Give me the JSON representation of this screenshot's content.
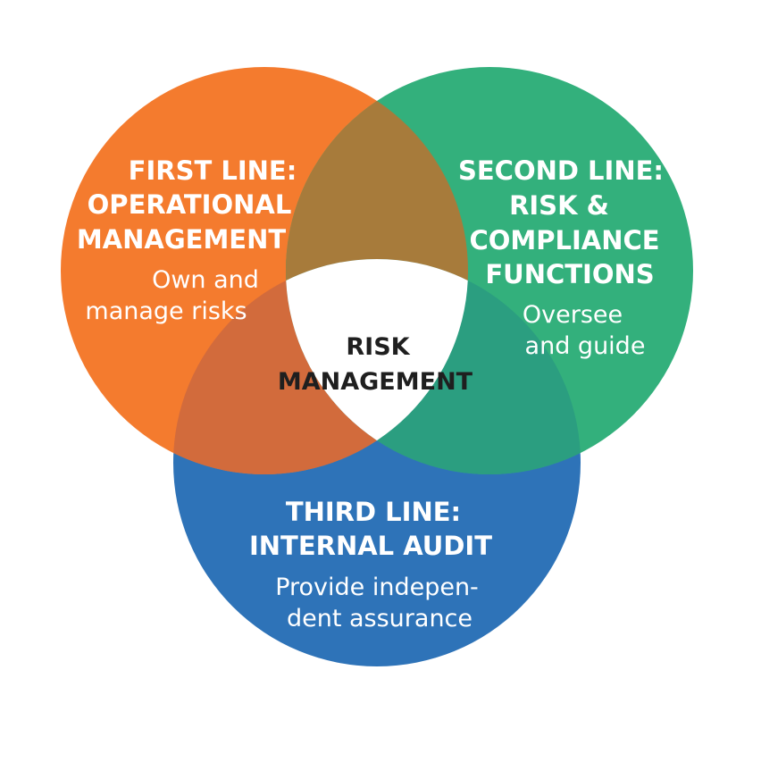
{
  "diagram": {
    "colors": {
      "first": "#f47b2e",
      "second": "#33b07c",
      "third": "#2e73b8",
      "first_second": "#a77b3b",
      "first_third": "#d26b3c",
      "second_third": "#2b9e80",
      "center": "#ffffff",
      "center_text": "#1f1f1f",
      "label_text": "#ffffff"
    },
    "first_line": {
      "title_1": "FIRST LINE:",
      "title_2": "OPERATIONAL",
      "title_3": "MANAGEMENT",
      "desc_1": "Own and",
      "desc_2": "manage risks"
    },
    "second_line": {
      "title_1": "SECOND LINE:",
      "title_2": "RISK &",
      "title_3": "COMPLIANCE",
      "title_4": "FUNCTIONS",
      "desc_1": "Oversee",
      "desc_2": "and guide"
    },
    "third_line": {
      "title_1": "THIRD LINE:",
      "title_2": "INTERNAL AUDIT",
      "desc_1": "Provide indepen-",
      "desc_2": "dent assurance"
    },
    "center": {
      "label_1": "RISK",
      "label_2": "MANAGEMENT"
    }
  }
}
